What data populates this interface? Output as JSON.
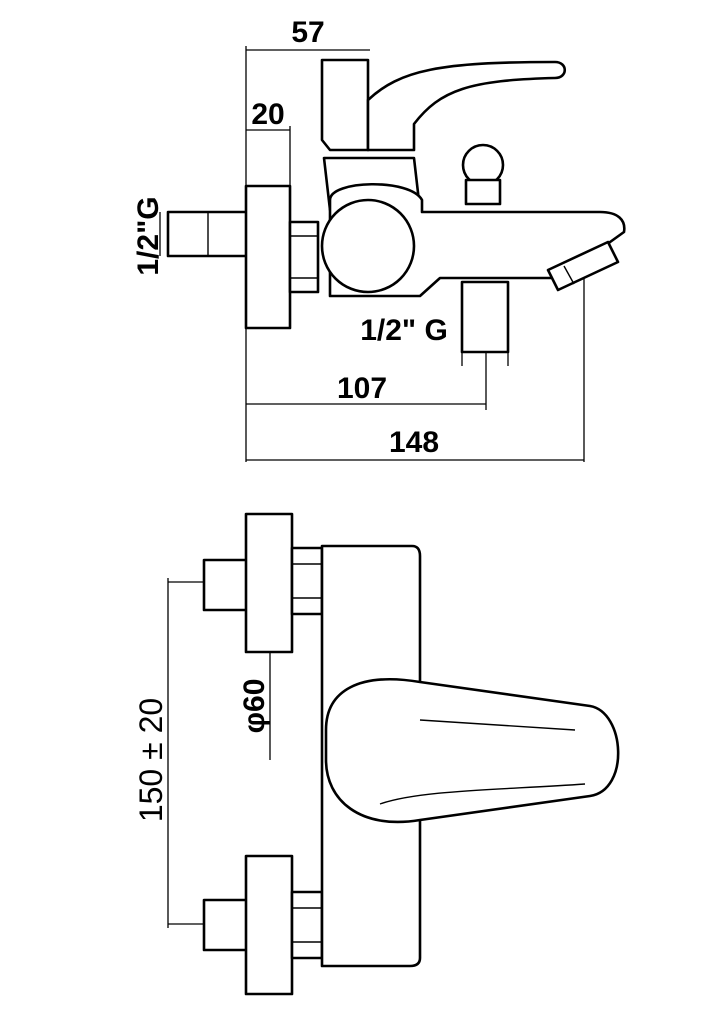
{
  "side_view": {
    "dim_handle_height": "57",
    "dim_flange_thickness": "20",
    "dim_inlet_thread": "1/2\"G",
    "dim_outlet_thread": "1/2\" G",
    "dim_outlet_projection": "107",
    "dim_total_projection": "148"
  },
  "front_view": {
    "dim_flange_diameter": "φ60",
    "dim_inlet_spacing": "150 ± 20"
  }
}
